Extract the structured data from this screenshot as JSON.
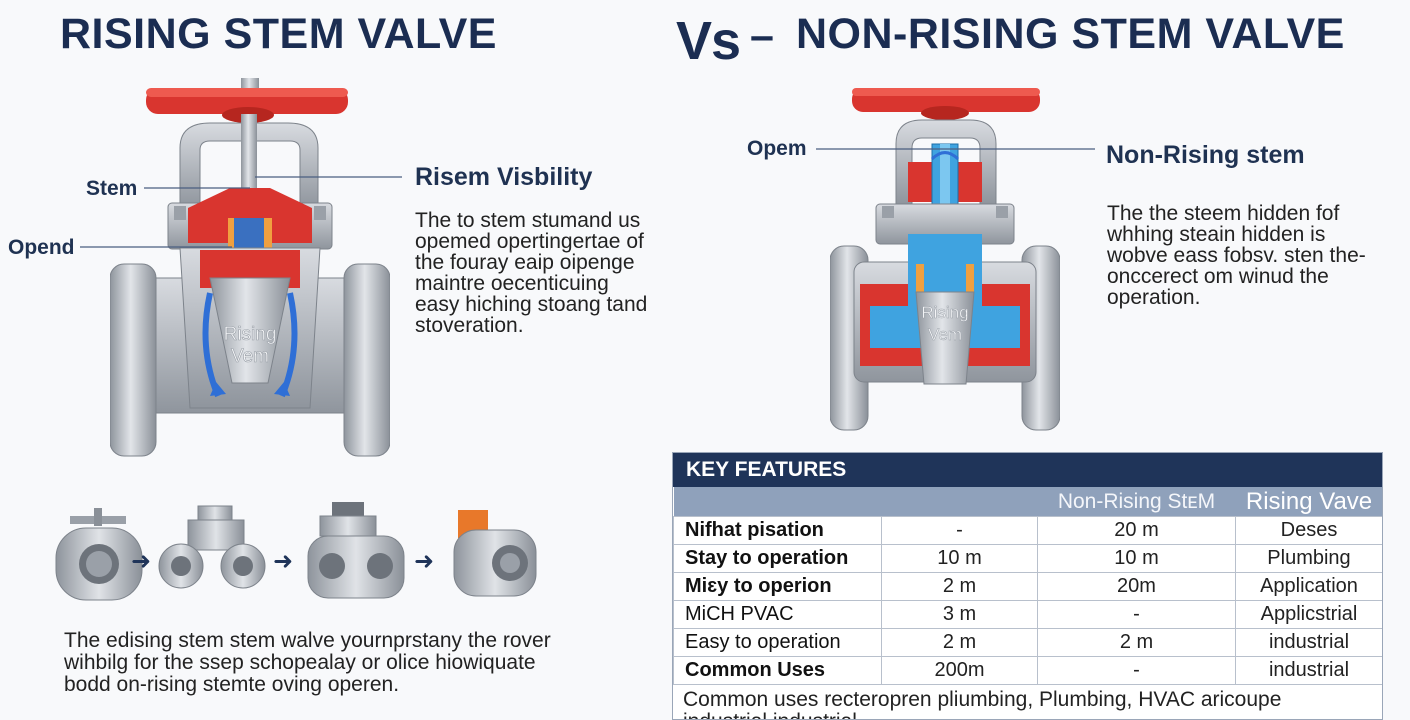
{
  "titles": {
    "left": "RISING STEM VALVE",
    "vs": "Vs",
    "dash": "–",
    "right": "NON-RISING STEM VALVE"
  },
  "left": {
    "callouts": {
      "stem": "Stem",
      "opend": "Opend"
    },
    "heading": "Risem Visbility",
    "paragraph": "The to stem stumand us\nopemed opertingertae of\nthe fouray eaip oipenge\nmaintre oecenticuing\neasy hiching stoang tand\nstoveration.",
    "valve_label": [
      "Rising",
      "Vem"
    ],
    "bottom_paragraph": "The edising stem stem walve yournprstany the rover\nwihbilg for the ssep schopealay or olice hiowiquate\nbodd on-rising stemte oving operen."
  },
  "right": {
    "callouts": {
      "opem": "Opem"
    },
    "heading": "Non-Rising stem",
    "paragraph": "The the steem hidden fof\nwhhing steain hidden is\nwobve eass fobsv. sten the-\nonccerect om winud the\noperation.",
    "valve_label": [
      "Rising",
      "Vem"
    ]
  },
  "sequence": {
    "arrows": [
      "➜",
      "➜",
      "➜"
    ]
  },
  "table": {
    "title": "KEY FEATURES",
    "columns": [
      "",
      "",
      "Non-Rising StᴇM",
      "Rising Vave"
    ],
    "rows": [
      [
        "Nifhat pisation",
        "-",
        "20 m",
        "Deses"
      ],
      [
        "Stay to operation",
        "10 m",
        "10 m",
        "Plumbing"
      ],
      [
        "Miɛy to operion",
        "2 m",
        "20m",
        "Application"
      ],
      [
        "MiCH PVAC",
        "3 m",
        "-",
        "Applicstrial"
      ],
      [
        "Easy to operation",
        "2 m",
        "2 m",
        "industrial"
      ],
      [
        "Common Uses",
        "200m",
        "-",
        "industrial"
      ]
    ],
    "footer": "Common uses recteropren pliumbing, Plumbing, HVAC aricoupe\nindustrial industrial"
  },
  "colors": {
    "navy": "#1b2d52",
    "handwheel_red": "#d9352f",
    "steel": "#b9bec6",
    "flow_blue": "#2f6fd6",
    "stem_blue": "#3fa3e0",
    "table_header": "#1f3459"
  }
}
